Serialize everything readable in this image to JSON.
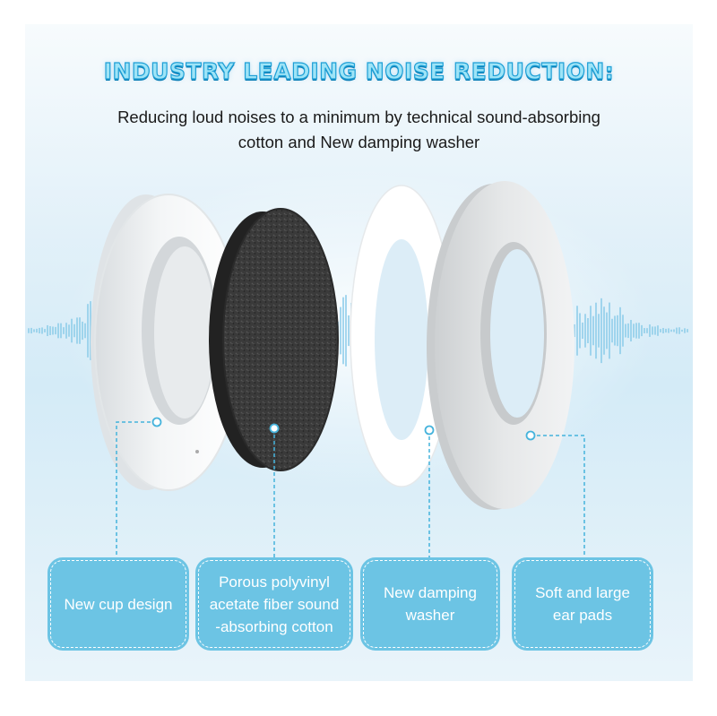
{
  "header": {
    "headline": "INDUSTRY LEADING NOISE REDUCTION:",
    "subline_1": "Reducing loud noises to a minimum by technical sound-absorbing",
    "subline_2": "cotton and New damping washer"
  },
  "components": [
    {
      "label": "New cup design",
      "icon": "ear-cup-shell"
    },
    {
      "label_1": "Porous polyvinyl",
      "label_2": "acetate fiber sound",
      "label_3": "-absorbing cotton",
      "icon": "foam-disc"
    },
    {
      "label_1": "New damping",
      "label_2": "washer",
      "icon": "damping-ring"
    },
    {
      "label_1": "Soft and large",
      "label_2": "ear pads",
      "icon": "ear-pad"
    }
  ],
  "colors": {
    "accent": "#6cc4e4",
    "headline_fill": "#9ee4f7",
    "headline_stroke": "#1d9fd6",
    "wave": "#8fcdea",
    "foam": "#3b3b3b"
  }
}
